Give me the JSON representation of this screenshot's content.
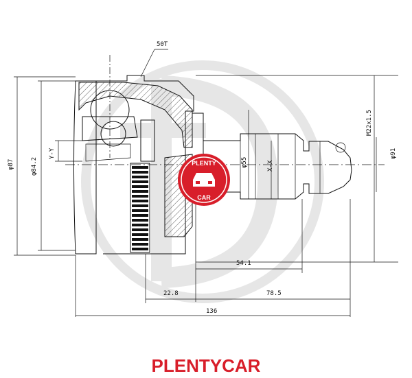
{
  "colors": {
    "brand_red": "#d81e2a",
    "watermark": "#e6e6e6",
    "line": "#111111"
  },
  "brand": {
    "caption": "PLENTYCAR",
    "logo_top": "PLENTY",
    "logo_bottom": "CAR"
  },
  "dimensions": {
    "teeth": "50T",
    "outer_dia": "φ87",
    "inner_dia": "φ84.2",
    "section_label": "Y-Y",
    "shaft_dia": "φ55",
    "shaft_section": "X-X",
    "thread": "M22x1.5",
    "right_dia": "φ91",
    "len_54": "54.1",
    "len_22": "22.8",
    "len_78": "78.5",
    "len_total": "136"
  },
  "icons": {
    "watermark": "brand-watermark-d",
    "logo": "car-badge-icon"
  }
}
